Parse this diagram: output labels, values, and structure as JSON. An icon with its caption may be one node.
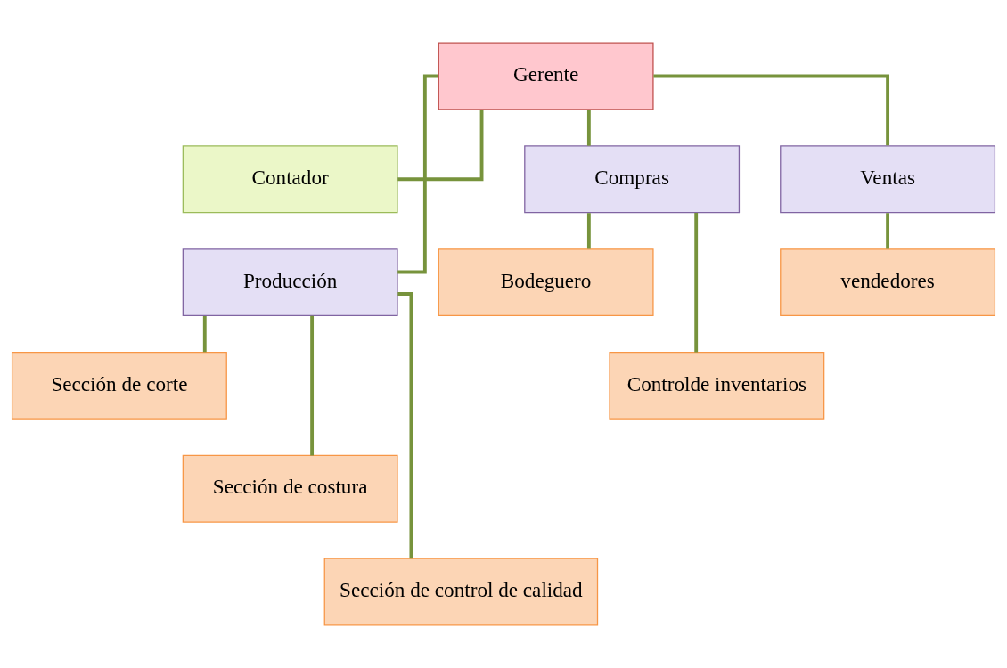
{
  "diagram": {
    "nodes": [
      {
        "text": [
          "Gerente"
        ]
      },
      {
        "text": [
          "Contador"
        ]
      },
      {
        "text": [
          "Compras"
        ]
      },
      {
        "text": [
          "Producción"
        ]
      },
      {
        "text": [
          "Ventas"
        ]
      },
      {
        "text": [
          "Bodeguero"
        ]
      },
      {
        "text": [
          "Controlde inventarios"
        ]
      },
      {
        "text": [
          "Sección de corte"
        ]
      },
      {
        "text": [
          "Sección de costura"
        ]
      },
      {
        "text": [
          "Sección de control de calidad"
        ]
      },
      {
        "text": [
          "vendedores"
        ]
      }
    ],
    "edges": [
      {
        "from": 0,
        "to": 1,
        "arrow": "none"
      },
      {
        "from": 0,
        "to": 2,
        "arrow": "none"
      },
      {
        "from": 0,
        "to": 3,
        "arrow": "none"
      },
      {
        "from": 0,
        "to": 4,
        "arrow": "none"
      },
      {
        "from": 2,
        "to": 5,
        "arrow": "none"
      },
      {
        "from": 2,
        "to": 6,
        "arrow": "none"
      },
      {
        "from": 3,
        "to": 7,
        "arrow": "none"
      },
      {
        "from": 3,
        "to": 8,
        "arrow": "none"
      },
      {
        "from": 3,
        "to": 9,
        "arrow": "none"
      },
      {
        "from": 4,
        "to": 10,
        "arrow": "none"
      }
    ]
  }
}
